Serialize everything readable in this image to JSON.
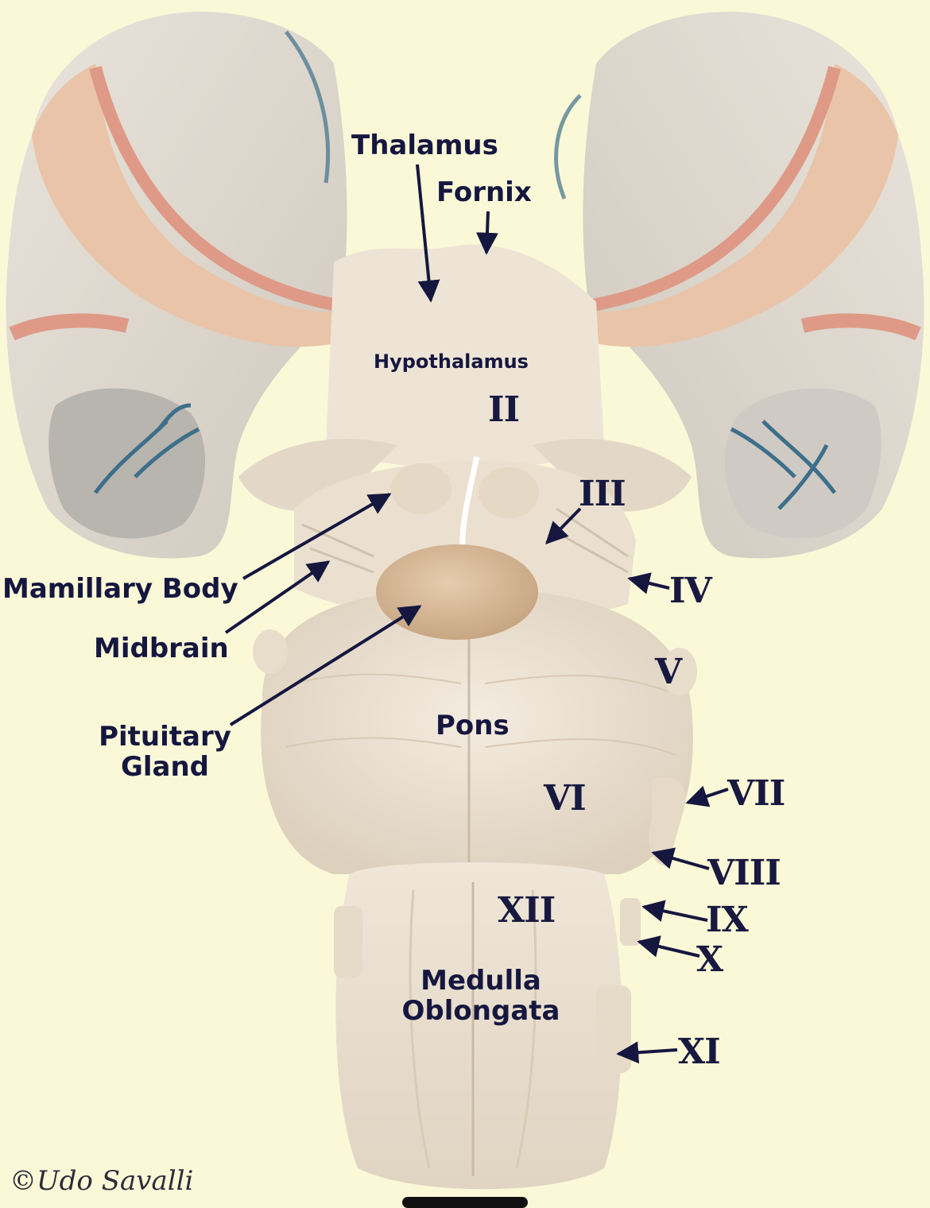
{
  "image": {
    "colors": {
      "background": "#fbf8d8",
      "label": "#15173f",
      "tissue": "#efe4d2",
      "cortex": "#e8c2a5",
      "vessel": "#3d6f8a"
    },
    "labels": {
      "thalamus": "Thalamus",
      "fornix": "Fornix",
      "hypothalamus": "Hypothalamus",
      "mamillary_body": "Mamillary  Body",
      "midbrain": "Midbrain",
      "pituitary_line1": "Pituitary",
      "pituitary_line2": "Gland",
      "pons": "Pons",
      "medulla_line1": "Medulla",
      "medulla_line2": "Oblongata",
      "nerve_ii": "II",
      "nerve_iii": "III",
      "nerve_iv": "IV",
      "nerve_v": "V",
      "nerve_vi": "VI",
      "nerve_vii": "VII",
      "nerve_viii": "VIII",
      "nerve_ix": "IX",
      "nerve_x": "X",
      "nerve_xi": "XI",
      "nerve_xii": "XII"
    },
    "credit": "©Udo Savalli"
  }
}
